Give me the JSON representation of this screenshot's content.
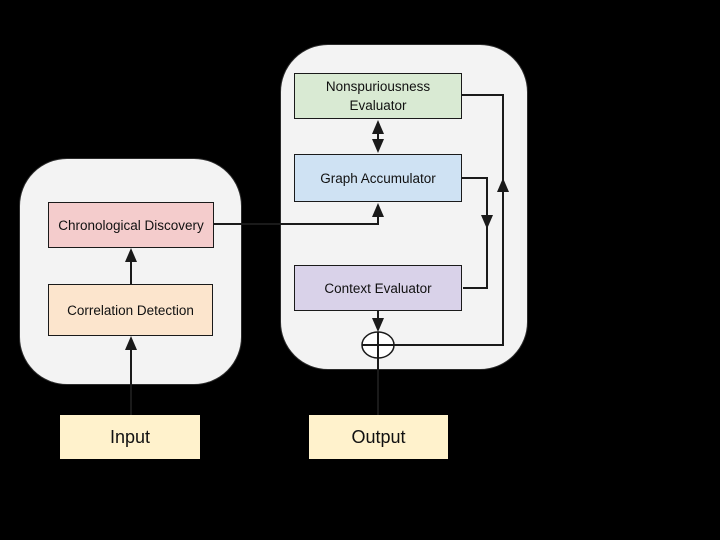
{
  "background": "#000000",
  "containers": {
    "input_module": {
      "fill": "#f3f3f3"
    },
    "output_module": {
      "fill": "#f3f3f3"
    }
  },
  "boxes": {
    "chronological_discovery": {
      "label": "Chronological Discovery",
      "fill": "#f4cccc"
    },
    "correlation_detection": {
      "label": "Correlation Detection",
      "fill": "#fce5cd"
    },
    "nonspuriousness_evaluator": {
      "label": "Nonspuriousness Evaluator",
      "fill": "#d9ead3"
    },
    "graph_accumulator": {
      "label": "Graph Accumulator",
      "fill": "#cfe2f3"
    },
    "context_evaluator": {
      "label": "Context Evaluator",
      "fill": "#d9d2e9"
    }
  },
  "io_labels": {
    "input": {
      "label": "Input",
      "fill": "#fff2cc"
    },
    "output": {
      "label": "Output",
      "fill": "#fff2cc"
    }
  },
  "icons": {
    "combiner": "plus-circle-icon"
  },
  "line_color": "#1a1a1a"
}
